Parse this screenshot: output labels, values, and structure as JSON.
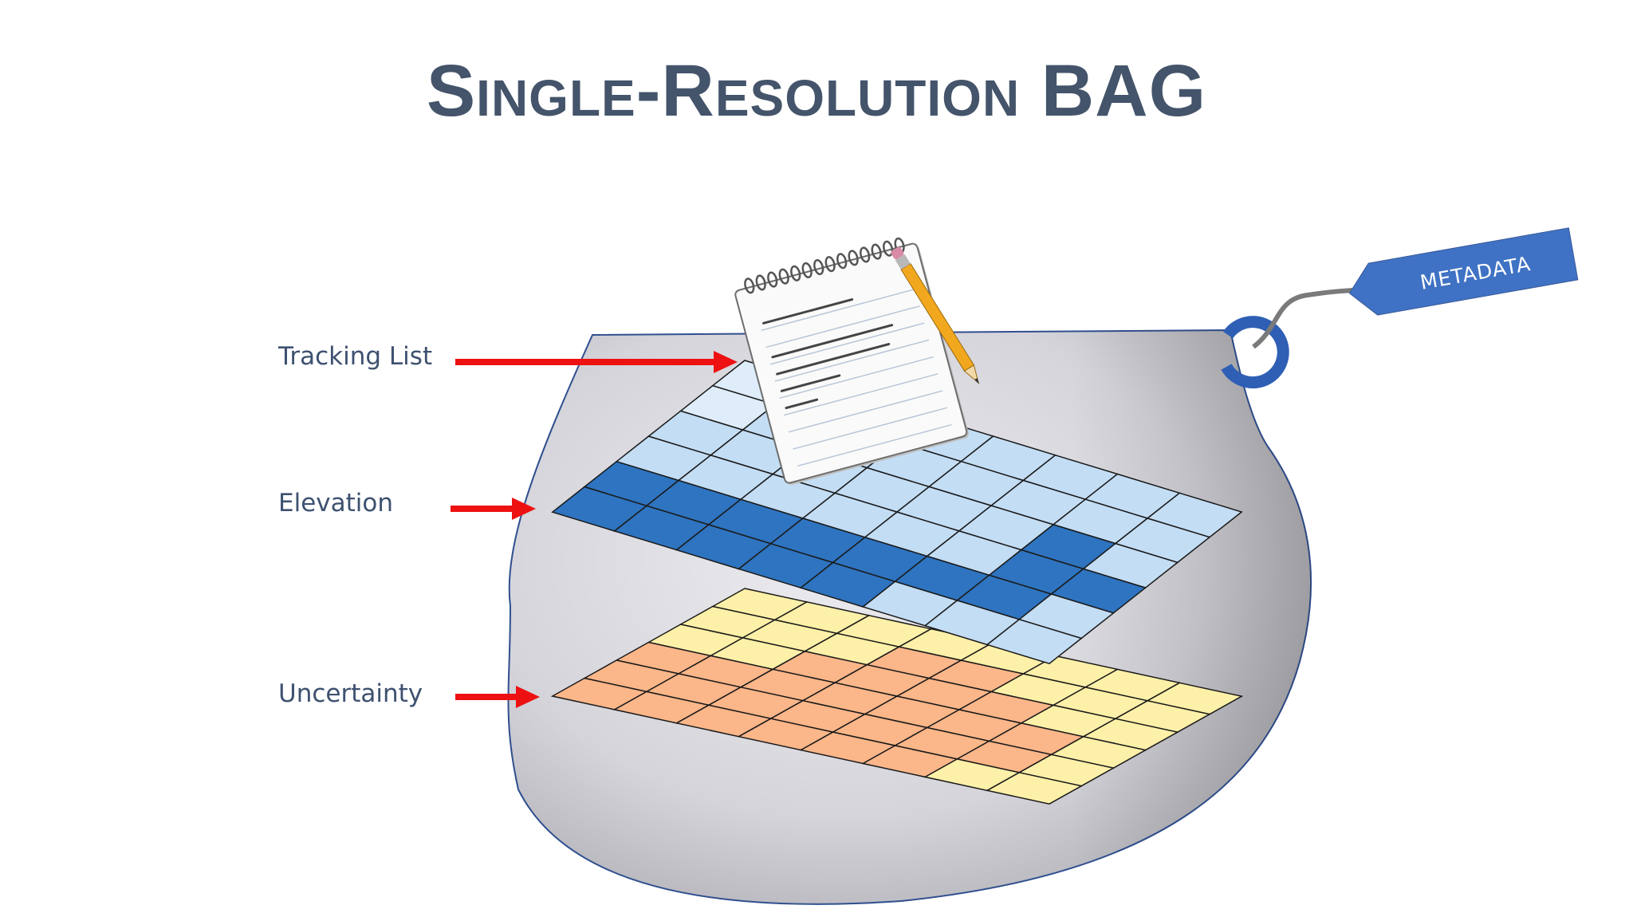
{
  "title": "Single-Resolution BAG",
  "labels": {
    "tracking_list": "Tracking List",
    "elevation": "Elevation",
    "uncertainty": "Uncertainty"
  },
  "tag": {
    "text": "METADATA"
  },
  "colors": {
    "title": "#44546a",
    "label_text": "#3e5170",
    "arrow": "#ee1111",
    "bag_fill_light": "#ececf0",
    "bag_fill_dark": "#a6a6ac",
    "bag_outline": "#2f4f8f",
    "elevation_light": "#deedf9",
    "elevation_mid": "#c3ddf4",
    "elevation_medium": "#a6cbee",
    "elevation_dark": "#2e74c0",
    "uncertainty_yellow": "#fdf0a8",
    "uncertainty_orange": "#fbb689",
    "tag_fill": "#3f72c4",
    "ring": "#2f5fb5"
  },
  "grids": {
    "elevation": {
      "rows": 6,
      "cols": 8,
      "cells": [
        [
          "L",
          "L",
          "M",
          "M",
          "M",
          "M",
          "M",
          "M"
        ],
        [
          "L",
          "M",
          "M",
          "M",
          "M",
          "M",
          "M",
          "M"
        ],
        [
          "M",
          "M",
          "M",
          "M",
          "M",
          "M",
          "D",
          "M"
        ],
        [
          "M",
          "M",
          "M",
          "M",
          "M",
          "M",
          "D",
          "D"
        ],
        [
          "D",
          "D",
          "D",
          "D",
          "D",
          "D",
          "D",
          "M"
        ],
        [
          "D",
          "D",
          "D",
          "D",
          "D",
          "M",
          "M",
          "M"
        ]
      ]
    },
    "uncertainty": {
      "rows": 6,
      "cols": 8,
      "cells": [
        [
          "Y",
          "Y",
          "Y",
          "Y",
          "Y",
          "Y",
          "Y",
          "Y"
        ],
        [
          "Y",
          "Y",
          "Y",
          "O",
          "O",
          "Y",
          "Y",
          "Y"
        ],
        [
          "Y",
          "Y",
          "O",
          "O",
          "O",
          "O",
          "Y",
          "Y"
        ],
        [
          "O",
          "O",
          "O",
          "O",
          "O",
          "O",
          "O",
          "Y"
        ],
        [
          "O",
          "O",
          "O",
          "O",
          "O",
          "O",
          "O",
          "Y"
        ],
        [
          "O",
          "O",
          "O",
          "O",
          "O",
          "O",
          "Y",
          "Y"
        ]
      ]
    }
  },
  "icons": {
    "notepad": "notepad-with-pencil-icon",
    "hook": "ring-hook-icon"
  }
}
